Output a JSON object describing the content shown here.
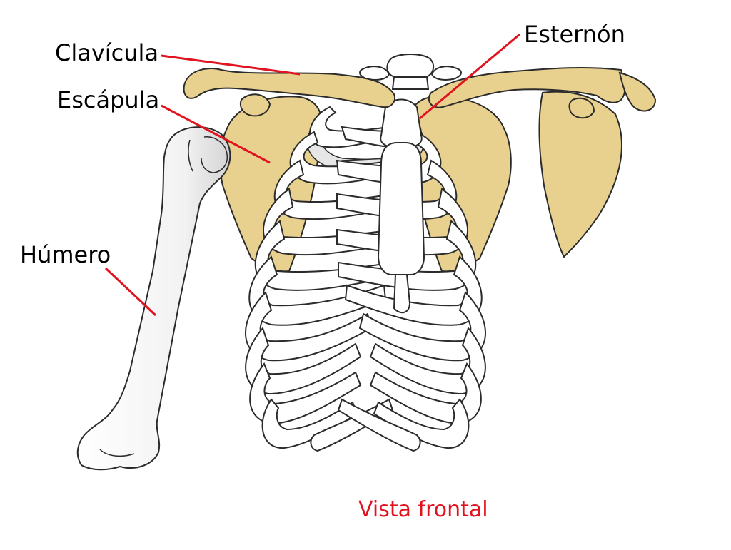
{
  "labels": {
    "clavicula": "Clavícula",
    "escapula": "Escápula",
    "humero": "Húmero",
    "esternon": "Esternón"
  },
  "caption": "Vista frontal",
  "colors": {
    "bone_fill": "#ffffff",
    "bone_stroke": "#2b2b2b",
    "bone_shade": "#d9d9d9",
    "highlight_bone": "#e8d08e",
    "leader_line": "#e0131f",
    "caption_text": "#e0131f",
    "label_text": "#000000"
  }
}
